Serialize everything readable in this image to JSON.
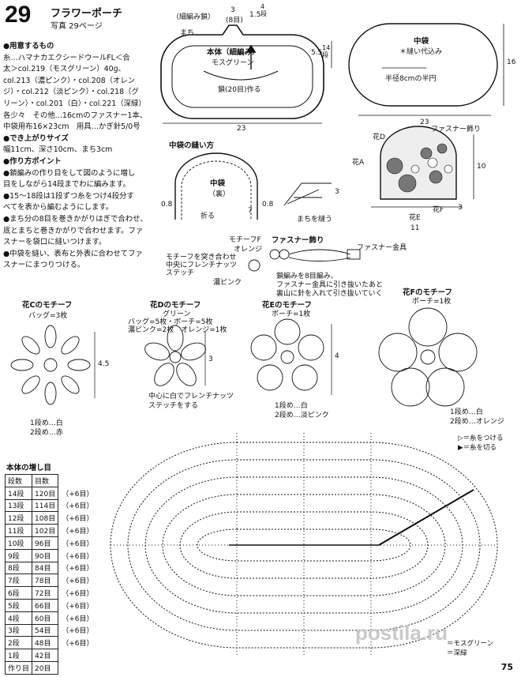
{
  "header": {
    "number": "29",
    "title": "フラワーポーチ",
    "photo_ref": "写真 29ページ"
  },
  "materials": {
    "head": "●用意するもの",
    "lines": [
      "糸…ハマナカエクシードウールFL＜合",
      "太＞col.219（モスグリーン）40g、",
      "col.213（濃ピンク）・col.208（オレン",
      "ジ）・col.212（淡ピンク）・col.218（グ",
      "リーン）・col.201（白）・col.221（深緑）",
      "各少々　その他…16cmのファスナー1本、",
      "中袋用布16×23cm　用具…かぎ針5/0号"
    ],
    "size_head": "●でき上がりサイズ",
    "size": "幅11cm、深さ10cm、まち3cm",
    "points_head": "●作り方ポイント",
    "points": [
      "●鎖編みの作り目をして図のように増し",
      "目をしながら14段までわに編みます。",
      "●15～18段は1段ずつ糸をつけ4段分す",
      "べてを表から編むようにします。",
      "●まち分の8目を巻きかがりはぎで合わせ、",
      "底とまちと巻きかがりで合わせます。ファ",
      "スナーを袋口に縫いつけます。",
      "●中袋を縫い、表布と外表に合わせてファ",
      "スナーにまつりつける。"
    ]
  },
  "body_diagram": {
    "label_kusari_top": "（細編み鎖）",
    "label_machi": "まち",
    "label_eight": "3",
    "label_eight_sub": "(8目)",
    "label_15": "1.5",
    "label_4dan": "4段",
    "title": "本体（細編み）",
    "color": "モスグリーン",
    "chain": "鎖(20目)作る",
    "height": "5.5",
    "height_dan": "14段",
    "width": "23"
  },
  "lining_diagram": {
    "title": "中袋",
    "note": "＊縫い代込み",
    "radius": "半径8cmの半円",
    "height": "16",
    "width": "23"
  },
  "sewing": {
    "head": "中袋の縫い方",
    "bag_title": "中袋",
    "bag_sub": "（裏）",
    "fold": "折る",
    "seam_left": "0.8",
    "seam_right": "0.8",
    "seven": "7",
    "machi_label": "まちを縫う",
    "three": "3"
  },
  "finished": {
    "fastener_deco": "ファスナー飾り",
    "flower_d": "花D",
    "flower_a": "花A",
    "flower_e": "花E",
    "flower_f": "花F",
    "three": "3",
    "height": "10",
    "width": "11"
  },
  "fastener": {
    "head": "ファスナー飾り",
    "motif_f": "モチーフF",
    "orange": "オレンジ",
    "note1": "モチーフを突き合わせ",
    "note2": "中央にフレンチナッツ",
    "note3": "ステッチ",
    "dark_pink": "濃ピンク",
    "metal": "ファスナー金具",
    "chain1": "鎖編みを8目編み、",
    "chain2": "ファスナー金具に引き抜いたあと",
    "chain3": "裏山に針を入れて引き抜いていく"
  },
  "motifs": [
    {
      "title": "花Cのモチーフ",
      "count": "バッグ=3枚",
      "size": "4.5",
      "rows": [
        "1段め…白",
        "2段め…赤"
      ]
    },
    {
      "title": "花Dのモチーフ",
      "color": "グリーン",
      "count": "バッグ=5枚・ポーチ=5枚",
      "count2": "濃ピンク=2枚　オレンジ=1枚",
      "size": "3",
      "note1": "中心に白でフレンチナッツ",
      "note2": "ステッチをする"
    },
    {
      "title": "花Eのモチーフ",
      "count": "ポーチ=1枚",
      "size": "4",
      "rows": [
        "1段め…白",
        "2段め…淡ピンク"
      ]
    },
    {
      "title": "花Fのモチーフ",
      "count": "ポーチ=1枚",
      "rows": [
        "1段め…白",
        "2段め…オレンジ"
      ]
    }
  ],
  "increase_table": {
    "title": "本体の増し目",
    "headers": [
      "段数",
      "目数"
    ],
    "rows": [
      [
        "14段",
        "120目",
        "（+6目）"
      ],
      [
        "13段",
        "114目",
        "（+6目）"
      ],
      [
        "12段",
        "108目",
        "（+6目）"
      ],
      [
        "11段",
        "102目",
        "（+6目）"
      ],
      [
        "10段",
        "96目",
        "（+6目）"
      ],
      [
        "9段",
        "90目",
        "（+6目）"
      ],
      [
        "8段",
        "84目",
        "（+6目）"
      ],
      [
        "7段",
        "78目",
        "（+6目）"
      ],
      [
        "6段",
        "72目",
        "（+6目）"
      ],
      [
        "5段",
        "66目",
        "（+6目）"
      ],
      [
        "4段",
        "60目",
        "（+6目）"
      ],
      [
        "3段",
        "54目",
        "（+6目）"
      ],
      [
        "2段",
        "48目",
        "（+6目）"
      ],
      [
        "1段",
        "42目",
        ""
      ],
      [
        "作り目",
        "20目",
        ""
      ]
    ]
  },
  "legend": {
    "attach": "▷＝糸をつける",
    "cut": "▶＝糸を切る",
    "moss": "＝モスグリーン",
    "deep": "＝深緑"
  },
  "watermark": "postila.ru",
  "page": "75"
}
